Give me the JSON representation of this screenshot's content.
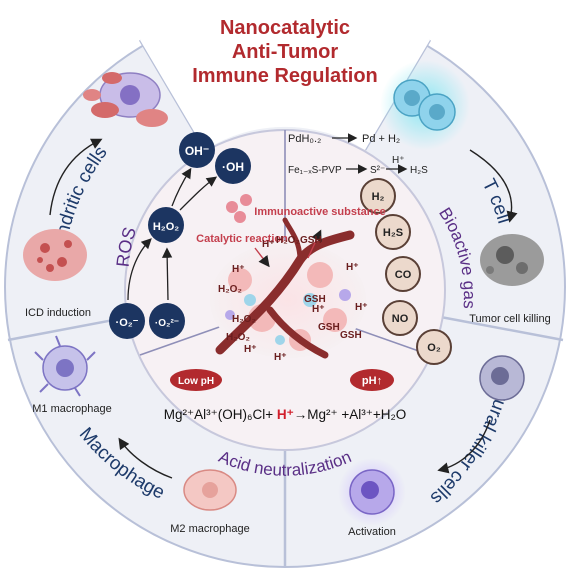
{
  "title": {
    "line1": "Nanocatalytic",
    "line2": "Anti-Tumor",
    "line3": "Immune Regulation",
    "color": "#b22a2e"
  },
  "sectors": {
    "dendritic": "Dendritic cells",
    "tcell": "T cell",
    "nk": "Natural killer cells",
    "macrophage": "Macrophage"
  },
  "inner_labels": {
    "ros": "ROS",
    "bioactive": "Bioactive gas",
    "acid": "Acid neutralization",
    "ros_color": "#5a2f86"
  },
  "cell_captions": {
    "icd": "ICD induction",
    "tumor_killing": "Tumor cell killing",
    "m1": "M1 macrophage",
    "m2": "M2 macrophage",
    "activation": "Activation"
  },
  "ros_species": {
    "oh_minus": "OH⁻",
    "oh_radical": "·OH",
    "h2o2": "H₂O₂",
    "o2_minus": "·O₂⁻",
    "o2_2minus": "·O₂²⁻"
  },
  "gas_species": {
    "h2": "H₂",
    "h2s": "H₂S",
    "co": "CO",
    "no": "NO",
    "o2": "O₂"
  },
  "reactions": {
    "pd_left": "PdH₀.₂",
    "pd_right": "Pd + H₂",
    "fe_left": "Fe₁₋ₓS-PVP",
    "fe_mid": "S²⁻",
    "fe_over": "H⁺",
    "fe_right": "H₂S",
    "acid_eq_left": "Mg²⁺Al³⁺(OH)₆Cl+ ",
    "acid_eq_h": "H⁺",
    "acid_eq_right": "→Mg²⁺ +Al³⁺+H₂O"
  },
  "center": {
    "catalytic": "Catalytic reaction",
    "immunoactive": "Immunoactive substance",
    "low_ph": "Low pH",
    "ph_up": "pH↑",
    "labels": [
      "H⁺",
      "H₂O₂",
      "GSH",
      "H⁺",
      "H₂O₂",
      "H⁺",
      "H₂O₂",
      "H⁺",
      "GSH",
      "GSH",
      "H₂O₂",
      "H⁺",
      "GSH",
      "H⁺",
      "H⁺"
    ]
  },
  "colors": {
    "outer_ring": "#eef0f6",
    "inner_disc": "#f7f1f4",
    "navy_node": "#1c3561",
    "gas_node": "#ecd9cc",
    "gas_stroke": "#5a4036",
    "divider": "#9aa6c8",
    "sector_text": "#1d3a6a"
  }
}
